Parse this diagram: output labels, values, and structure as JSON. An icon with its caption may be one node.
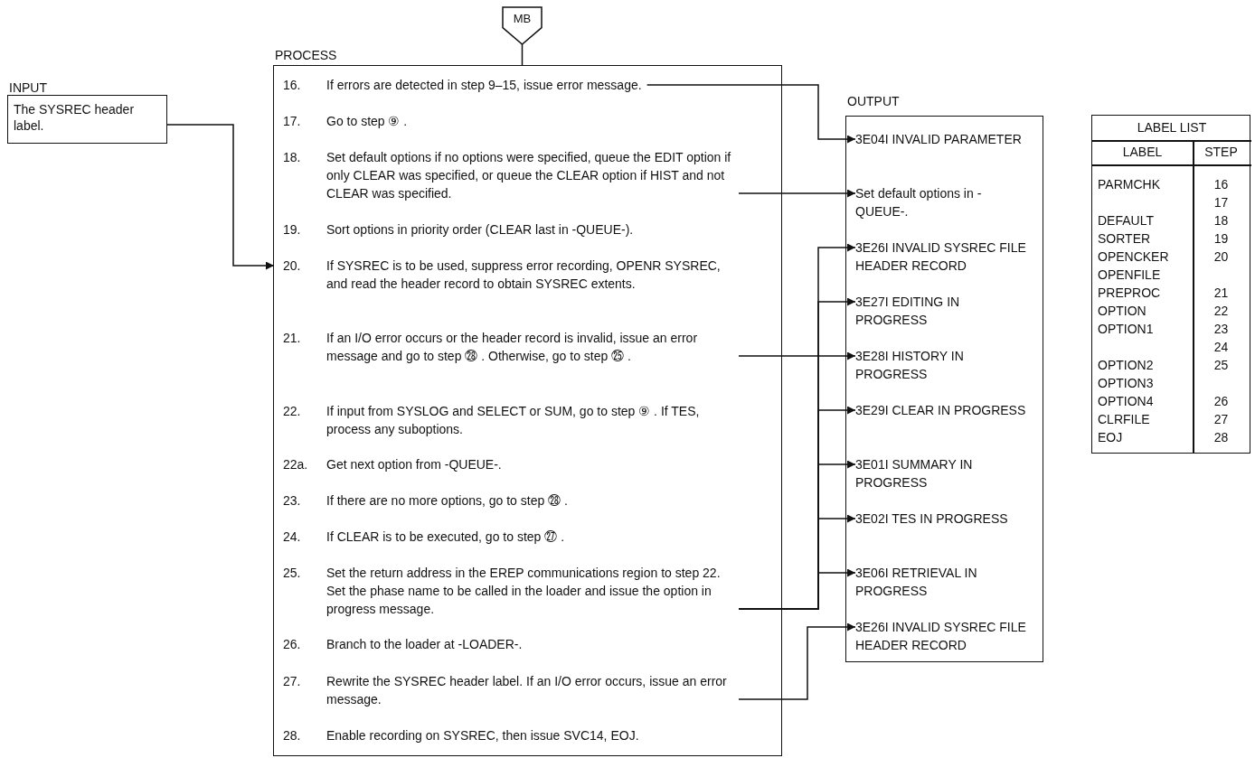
{
  "diagram": {
    "nodes": [
      {
        "text": [
          "MB"
        ]
      },
      {
        "text": [
          "INPUT",
          "The SYSREC header label."
        ]
      },
      {
        "text": [
          "PROCESS"
        ]
      },
      {
        "text": [
          "16.",
          "If errors are detected in step 9–15, issue error message."
        ],
        "in": 2
      },
      {
        "text": [
          "17.",
          "Go to step ⑨ ."
        ],
        "in": 2
      },
      {
        "text": [
          "18.",
          "Set default options if no options were specified, queue the EDIT option if only CLEAR was specified, or queue the CLEAR option if HIST and not CLEAR was specified."
        ],
        "in": 2
      },
      {
        "text": [
          "19.",
          "Sort options in priority order (CLEAR last in -QUEUE-)."
        ],
        "in": 2
      },
      {
        "text": [
          "20.",
          "If SYSREC is to be used, suppress error recording, OPENR SYSREC, and read the header record to obtain SYSREC extents."
        ],
        "in": 2
      },
      {
        "text": [
          "21.",
          "If an I/O error occurs or the header record is invalid, issue an error message and go to step ㉘ . Otherwise, go to step ㉕ ."
        ],
        "in": 2
      },
      {
        "text": [
          "22.",
          "If input from SYSLOG and SELECT or SUM, go to step ⑨ . If TES, process any suboptions."
        ],
        "in": 2
      },
      {
        "text": [
          "22a.",
          "Get next option from -QUEUE-."
        ],
        "in": 2
      },
      {
        "text": [
          "23.",
          "If there are no more options, go to step ㉘ ."
        ],
        "in": 2
      },
      {
        "text": [
          "24.",
          "If CLEAR is to be executed, go to step ㉗ ."
        ],
        "in": 2
      },
      {
        "text": [
          "25.",
          "Set the return address in the EREP communications region to step 22. Set the phase name to be called in the loader and issue the option in progress message."
        ],
        "in": 2
      },
      {
        "text": [
          "26.",
          "Branch to the loader at -LOADER-."
        ],
        "in": 2
      },
      {
        "text": [
          "27.",
          "Rewrite the SYSREC header label. If an I/O error occurs, issue an error message."
        ],
        "in": 2
      },
      {
        "text": [
          "28.",
          "Enable recording on SYSREC, then issue SVC14, EOJ."
        ],
        "in": 2
      },
      {
        "text": [
          "OUTPUT"
        ]
      },
      {
        "text": [
          "3E04I INVALID PARAMETER"
        ],
        "in": 17
      },
      {
        "text": [
          "Set default options in -QUEUE-."
        ],
        "in": 17
      },
      {
        "text": [
          "3E26I INVALID SYSREC FILE HEADER RECORD"
        ],
        "in": 17
      },
      {
        "text": [
          "3E27I EDITING IN PROGRESS"
        ],
        "in": 17
      },
      {
        "text": [
          "3E28I HISTORY IN PROGRESS"
        ],
        "in": 17
      },
      {
        "text": [
          "3E29I CLEAR IN PROGRESS"
        ],
        "in": 17
      },
      {
        "text": [
          "3E01I SUMMARY IN PROGRESS"
        ],
        "in": 17
      },
      {
        "text": [
          "3E02I TES IN PROGRESS"
        ],
        "in": 17
      },
      {
        "text": [
          "3E06I RETRIEVAL IN PROGRESS"
        ],
        "in": 17
      },
      {
        "text": [
          "3E26I INVALID SYSREC FILE HEADER RECORD"
        ],
        "in": 17
      }
    ],
    "edges": [
      {
        "from": 0,
        "to": 2,
        "arrow": "none"
      },
      {
        "from": 1,
        "to": 7,
        "arrow": "to"
      },
      {
        "from": 3,
        "to": 18,
        "arrow": "to"
      },
      {
        "from": 5,
        "to": 19,
        "arrow": "to"
      },
      {
        "from": 8,
        "to": 20,
        "arrow": "to"
      },
      {
        "from": 13,
        "to": 21,
        "arrow": "to"
      },
      {
        "from": 13,
        "to": 22,
        "arrow": "to"
      },
      {
        "from": 13,
        "to": 23,
        "arrow": "to"
      },
      {
        "from": 13,
        "to": 24,
        "arrow": "to"
      },
      {
        "from": 13,
        "to": 25,
        "arrow": "to"
      },
      {
        "from": 13,
        "to": 26,
        "arrow": "to"
      },
      {
        "from": 15,
        "to": 27,
        "arrow": "to"
      }
    ],
    "labels": [
      "LABEL LIST",
      "LABEL",
      "STEP",
      "PARMCHK",
      "16",
      "17",
      "DEFAULT",
      "18",
      "SORTER",
      "19",
      "OPENCKER",
      "20",
      "OPENFILE",
      "PREPROC",
      "21",
      "OPTION",
      "22",
      "OPTION1",
      "23",
      "24",
      "OPTION2",
      "25",
      "OPTION3",
      "OPTION4",
      "26",
      "CLRFILE",
      "27",
      "EOJ",
      "28"
    ]
  }
}
